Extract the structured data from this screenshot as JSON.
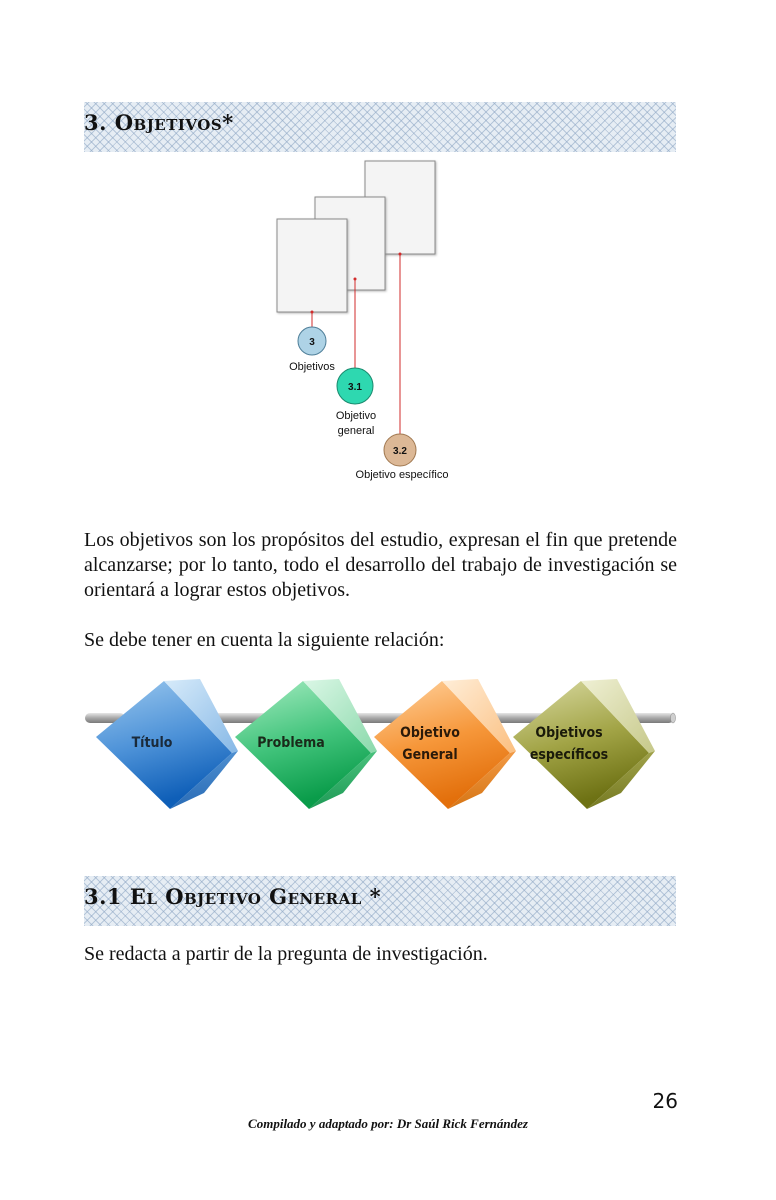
{
  "section1": {
    "heading": "3. Objetivos*"
  },
  "diagram": {
    "node_main_num": "3",
    "node_main_label": "Objetivos",
    "node_general_num": "3.1",
    "node_general_label_line1": "Objetivo",
    "node_general_label_line2": "general",
    "node_specific_num": "3.2",
    "node_specific_label": "Objetivo específico",
    "colors": {
      "node_main": "#aed3e6",
      "node_general": "#2ed8b0",
      "node_specific": "#dcb896",
      "connector": "#d22b2b"
    }
  },
  "body": {
    "paragraph1": "Los objetivos son los propósitos del estudio, expresan el fin que pretende alcanzarse; por lo tanto, todo el desarrollo del trabajo de investigación se orientará a lograr estos objetivos.",
    "paragraph2": "Se debe tener en cuenta la siguiente relación:"
  },
  "process": {
    "steps": [
      {
        "line1": "Título",
        "line2": "",
        "color": "#4a90d6"
      },
      {
        "line1": "Problema",
        "line2": "",
        "color": "#3cc47a"
      },
      {
        "line1": "Objetivo",
        "line2": "General",
        "color": "#f3922e"
      },
      {
        "line1": "Objetivos",
        "line2": "específicos",
        "color": "#9ea13e"
      }
    ]
  },
  "section2": {
    "heading": "3.1 El Objetivo General *",
    "paragraph": "Se redacta a partir de la pregunta de investigación."
  },
  "page": {
    "number": "26",
    "footer": "Compilado y adaptado por: Dr Saúl Rick Fernández"
  }
}
